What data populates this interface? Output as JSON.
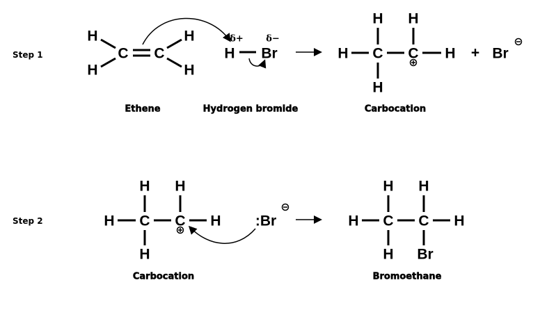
{
  "step1": {
    "label": "Step 1",
    "ethene": {
      "name": "Ethene",
      "atoms": {
        "h": "H",
        "c": "C"
      }
    },
    "hbr": {
      "name": "Hydrogen bromide",
      "h": "H",
      "br": "Br",
      "delta_plus": "δ+",
      "delta_minus": "δ−"
    },
    "carbocation": {
      "name": "Carbocation",
      "h": "H",
      "c": "C",
      "charge": "+"
    },
    "plus": "+",
    "bromide": {
      "br": "Br",
      "charge": "−"
    }
  },
  "step2": {
    "label": "Step 2",
    "carbocation": {
      "name": "Carbocation",
      "h": "H",
      "c": "C",
      "charge": "+"
    },
    "bromide": {
      "br": ":Br",
      "charge": "−"
    },
    "product": {
      "name": "Bromoethane",
      "h": "H",
      "c": "C",
      "br": "Br"
    }
  }
}
